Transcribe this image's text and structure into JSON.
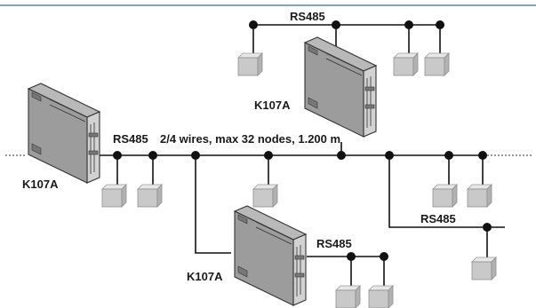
{
  "top_rule_color": "#7fa4c2",
  "labels": {
    "rs485_top": "RS485",
    "rs485_main": "RS485",
    "bus_spec": "2/4 wires, max 32 nodes, 1.200 m",
    "rs485_right": "RS485",
    "rs485_bottom": "RS485",
    "k107a_left": "K107A",
    "k107a_top": "K107A",
    "k107a_bottom": "K107A"
  }
}
